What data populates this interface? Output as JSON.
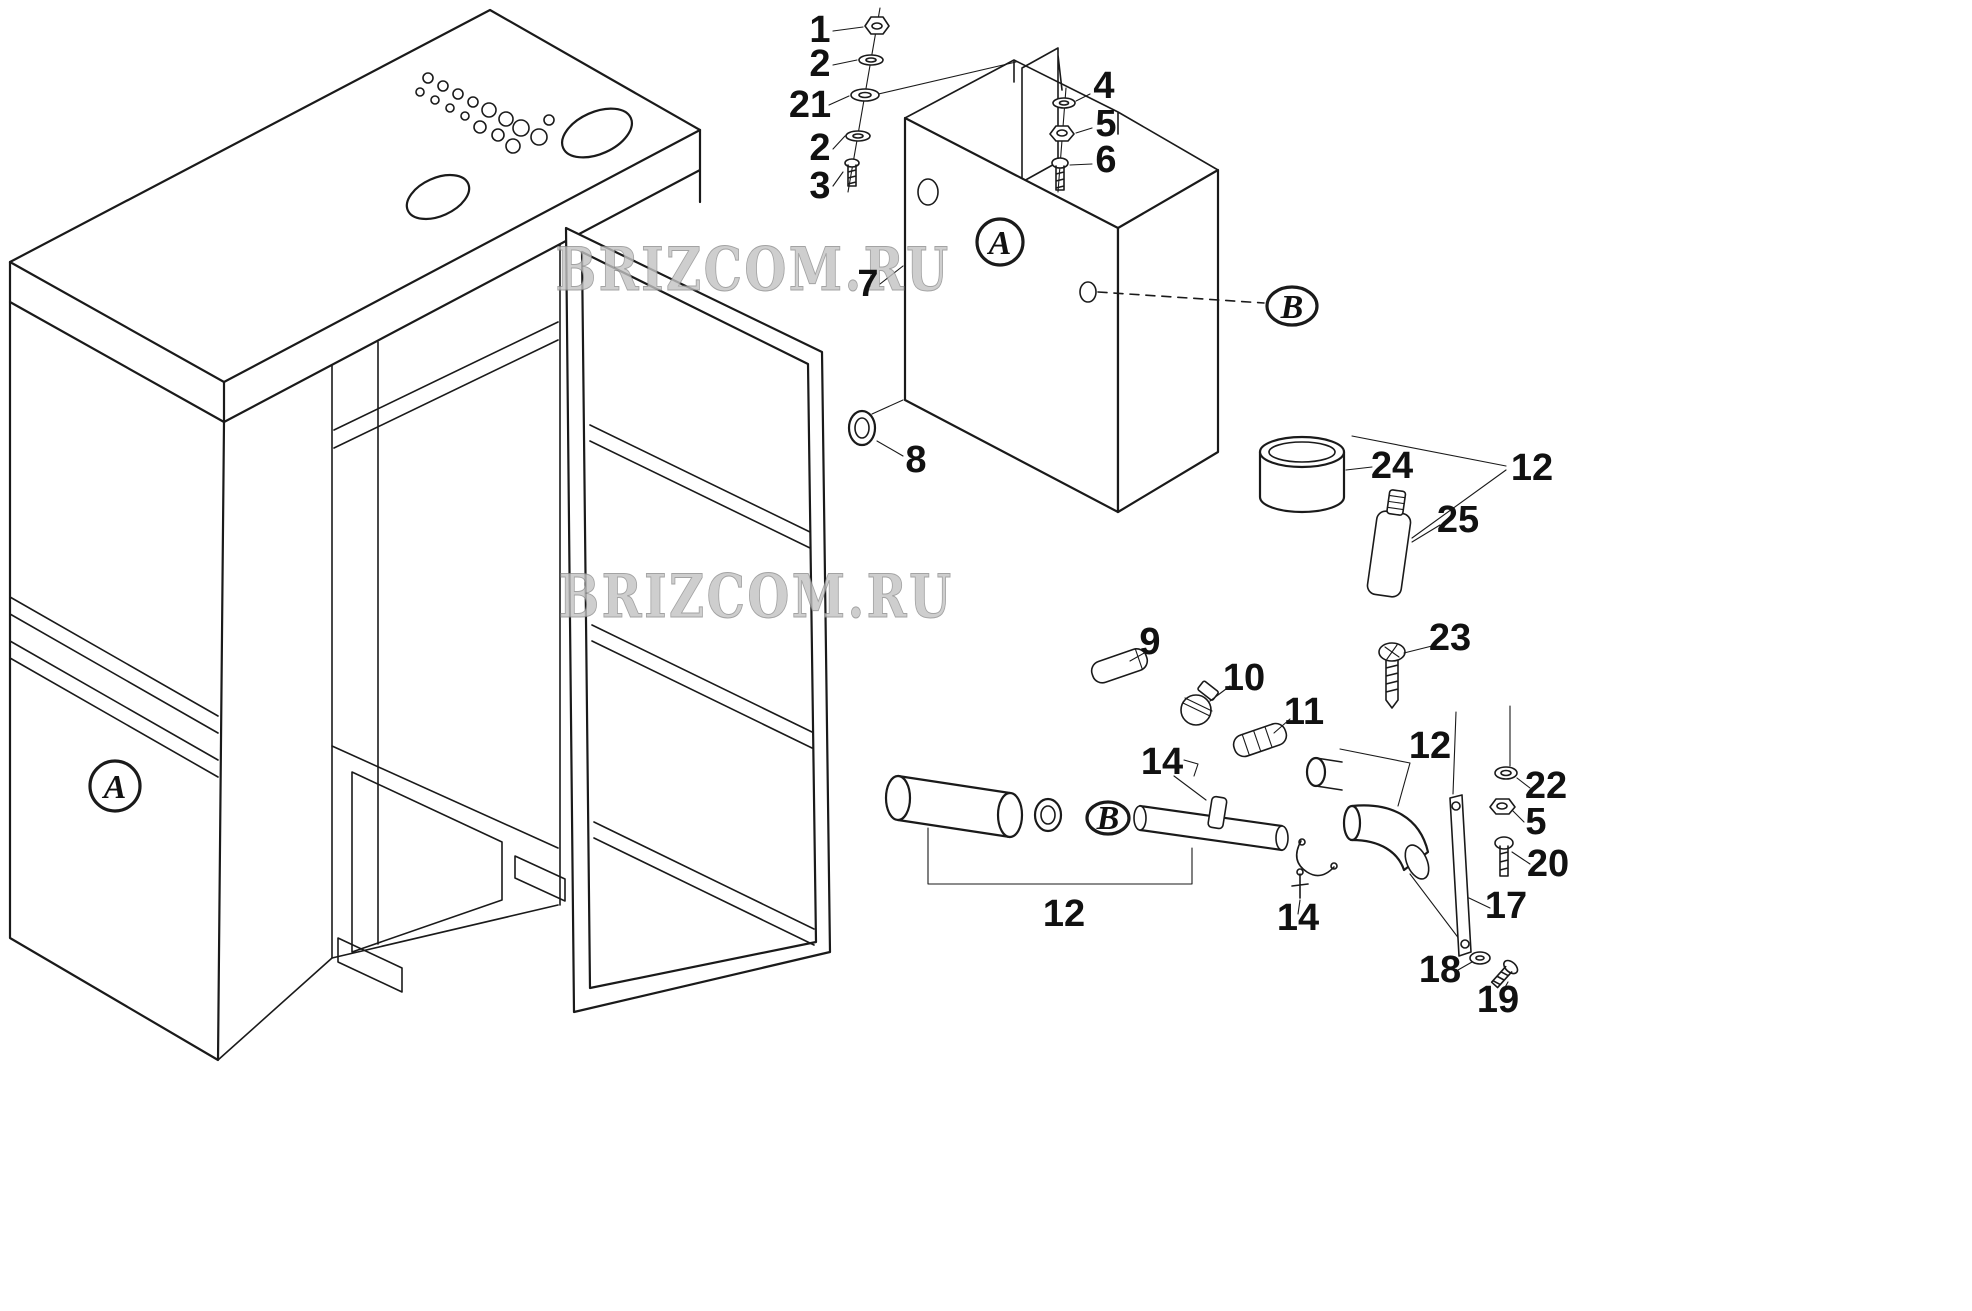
{
  "page": {
    "background": "#ffffff",
    "line_color": "#1a1a1a",
    "watermark_color": "#c2c2c2"
  },
  "watermarks": [
    {
      "text": "BRIZCOM.RU"
    },
    {
      "text": "BRIZCOM.RU"
    }
  ],
  "markers": [
    {
      "label": "A"
    },
    {
      "label": "A"
    },
    {
      "label": "B"
    },
    {
      "label": "B"
    }
  ],
  "callouts": [
    {
      "label": "1"
    },
    {
      "label": "2"
    },
    {
      "label": "21"
    },
    {
      "label": "2"
    },
    {
      "label": "3"
    },
    {
      "label": "4"
    },
    {
      "label": "5"
    },
    {
      "label": "6"
    },
    {
      "label": "7"
    },
    {
      "label": "8"
    },
    {
      "label": "24"
    },
    {
      "label": "12"
    },
    {
      "label": "25"
    },
    {
      "label": "9"
    },
    {
      "label": "10"
    },
    {
      "label": "23"
    },
    {
      "label": "11"
    },
    {
      "label": "12"
    },
    {
      "label": "14"
    },
    {
      "label": "12"
    },
    {
      "label": "14"
    },
    {
      "label": "22"
    },
    {
      "label": "5"
    },
    {
      "label": "20"
    },
    {
      "label": "17"
    },
    {
      "label": "18"
    },
    {
      "label": "19"
    }
  ]
}
